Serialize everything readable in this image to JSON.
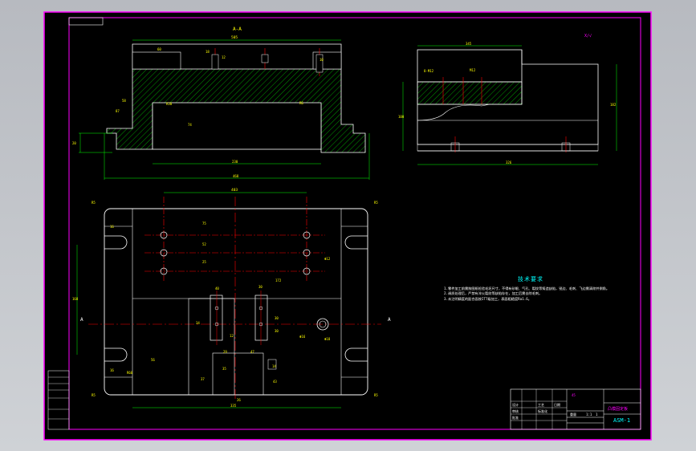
{
  "section": {
    "title": "A-A",
    "cut_label_left": "A",
    "cut_label_right": "A"
  },
  "surface_mark": "X/√",
  "dims": {
    "section_top_width": "505",
    "section_left_step": "60",
    "section_small_a": "18",
    "section_small_b": "12",
    "section_small_c": "10",
    "section_mid_left": "58",
    "section_left_height": "87",
    "section_pocket_r": "R38",
    "section_pocket_h": "74",
    "section_right_r": "R6",
    "section_base_h": "20",
    "section_inner_w": "230",
    "section_total_w": "468",
    "side_top_w": "345",
    "side_hole": "8-M12",
    "side_hole_b": "M12",
    "side_height": "182",
    "side_left_h": "100",
    "side_bottom_w": "326",
    "plan_width": "403",
    "plan_r_tl": "R5",
    "plan_r_tr": "R5",
    "plan_r_bl": "R5",
    "plan_r_br": "R5",
    "plan_slot": "16",
    "plan_slot_b": "16",
    "plan_v1": "75",
    "plan_v2": "52",
    "plan_v3": "25",
    "plan_hole": "Φ12",
    "plan_bore": "Φ16",
    "plan_bore2": "Φ18",
    "plan_left_h": "168",
    "plan_block_a": "40",
    "plan_block_b": "30",
    "plan_block_c": "34",
    "plan_block_d": "12",
    "plan_block_e": "30",
    "plan_block_f": "30",
    "plan_right_w": "172",
    "plan_lower_a": "29",
    "plan_lower_b": "47",
    "plan_lower_c": "35",
    "plan_lower_d": "37",
    "plan_lower_e": "14",
    "plan_lower_f": "43",
    "plan_lower_g": "26",
    "plan_lower_h": "56",
    "plan_lower_i": "R60",
    "plan_bottom_w": "335"
  },
  "tech_notes": {
    "title": "技术要求",
    "lines": [
      "1.零件加工前需按图纸检验毛坯尺寸，不得有砂眼、气孔、裂纹等铸造缺陷，锐边、毛刺、飞边需清除并倒角。",
      "2.调质处理后，严禁有淬火裂纹等缺陷存在，加工后需去除毛刺。",
      "3.未注明精度的配合面按IT7级加工，表面粗糙度Ra1.6。"
    ]
  },
  "title_block": {
    "part_name": "凸模固定板",
    "drawing_no": "ASM-1",
    "material": "45",
    "scale": "1:1",
    "sheet": "1",
    "designer": "设计",
    "checker": "审核",
    "approver": "批准",
    "process": "工艺",
    "standard": "标准化",
    "date": "日期",
    "weight": "重量"
  },
  "colors": {
    "frame": "#ff00ff",
    "outline": "#ffffff",
    "hatch": "#00ff00",
    "dimension": "#00ff00",
    "center": "#ff0000",
    "text": "#ffff00",
    "note_title": "#00ffff"
  }
}
